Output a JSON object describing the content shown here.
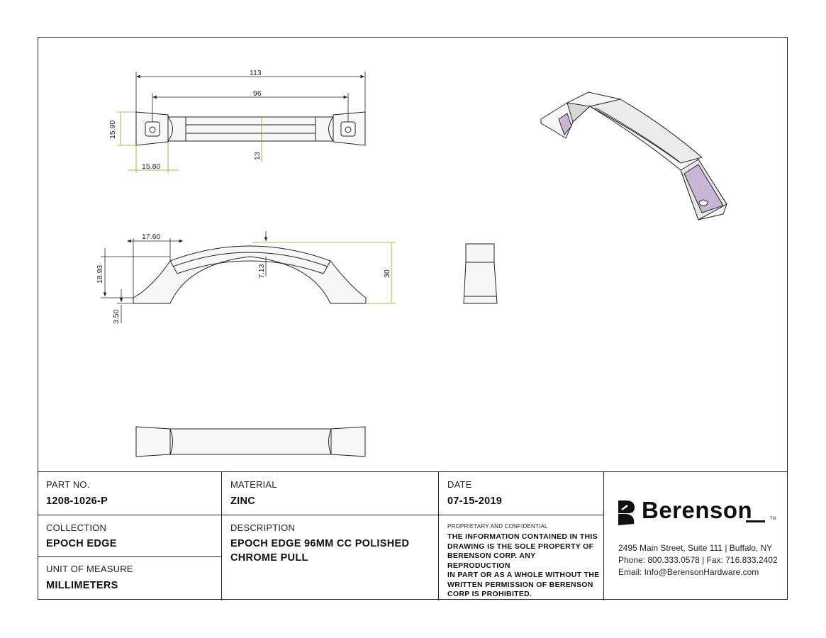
{
  "dimensions": {
    "top_width": "113",
    "top_cc": "96",
    "top_height": "15.90",
    "top_bar_height": "13",
    "top_end_width": "15.80",
    "side_end_width": "17.60",
    "side_height_outer": "18.93",
    "side_foot": "3.50",
    "side_arch": "7.13",
    "side_total_height": "30"
  },
  "title_block": {
    "part_no_label": "PART NO.",
    "part_no_value": "1208-1026-P",
    "material_label": "MATERIAL",
    "material_value": "ZINC",
    "date_label": "DATE",
    "date_value": "07-15-2019",
    "collection_label": "COLLECTION",
    "collection_value": "EPOCH EDGE",
    "description_label": "DESCRIPTION",
    "description_line1": "EPOCH EDGE 96MM CC POLISHED",
    "description_line2": "CHROME PULL",
    "uom_label": "UNIT OF MEASURE",
    "uom_value": "MILLIMETERS",
    "proprietary_heading": "PROPRIETARY AND CONFIDENTIAL",
    "proprietary_lines": [
      "THE INFORMATION CONTAINED IN THIS",
      "DRAWING IS THE SOLE PROPERTY OF",
      "BERENSON CORP. ANY REPRODUCTION",
      "IN PART OR AS A WHOLE WITHOUT THE",
      "WRITTEN PERMISSION OF BERENSON",
      "CORP IS PROHIBITED."
    ]
  },
  "brand": {
    "name": "Berenson",
    "trademark": "TM",
    "address": "2495 Main Street, Suite 111 | Buffalo, NY",
    "phone": "Phone: 800.333.0578 | Fax: 716.833.2402",
    "email": "Email: Info@BerensonHardware.com",
    "logo_icon": "berenson-b-mark"
  },
  "colors": {
    "line": "#222222",
    "dimension_accent": "#9a9a1a",
    "part_fill": "#f7f7f7",
    "shade_fill": "#c9b6d6"
  }
}
